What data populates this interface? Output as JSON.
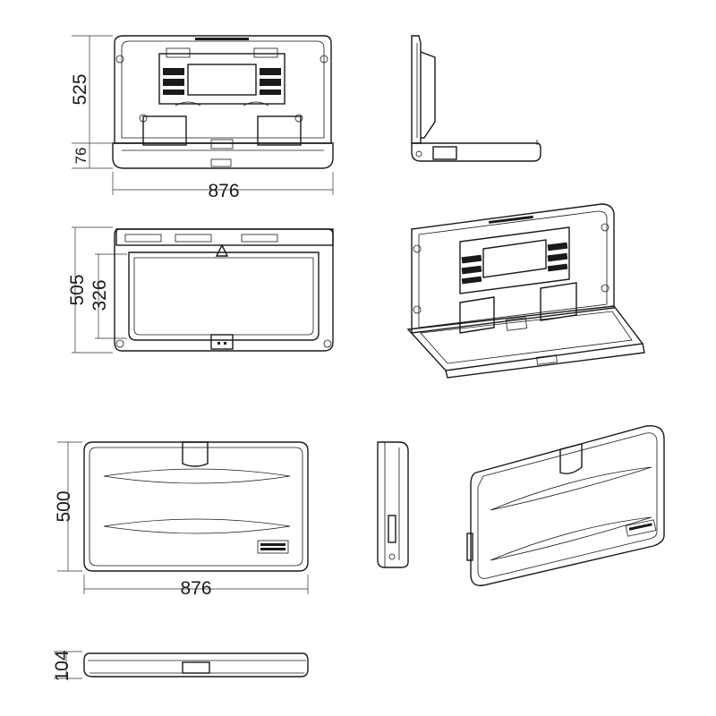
{
  "dimensions": {
    "open_front_height": "525",
    "open_front_depth": "76",
    "open_front_width": "876",
    "top_view_height": "505",
    "top_view_inner": "326",
    "closed_front_height": "500",
    "closed_front_width": "876",
    "closed_bottom_depth": "104"
  },
  "colors": {
    "line": "#1a1a1a",
    "background": "#ffffff"
  },
  "icons": [
    "safety-pictogram-icon",
    "brand-logo-icon",
    "hinge-icon",
    "screw-hole-icon"
  ]
}
